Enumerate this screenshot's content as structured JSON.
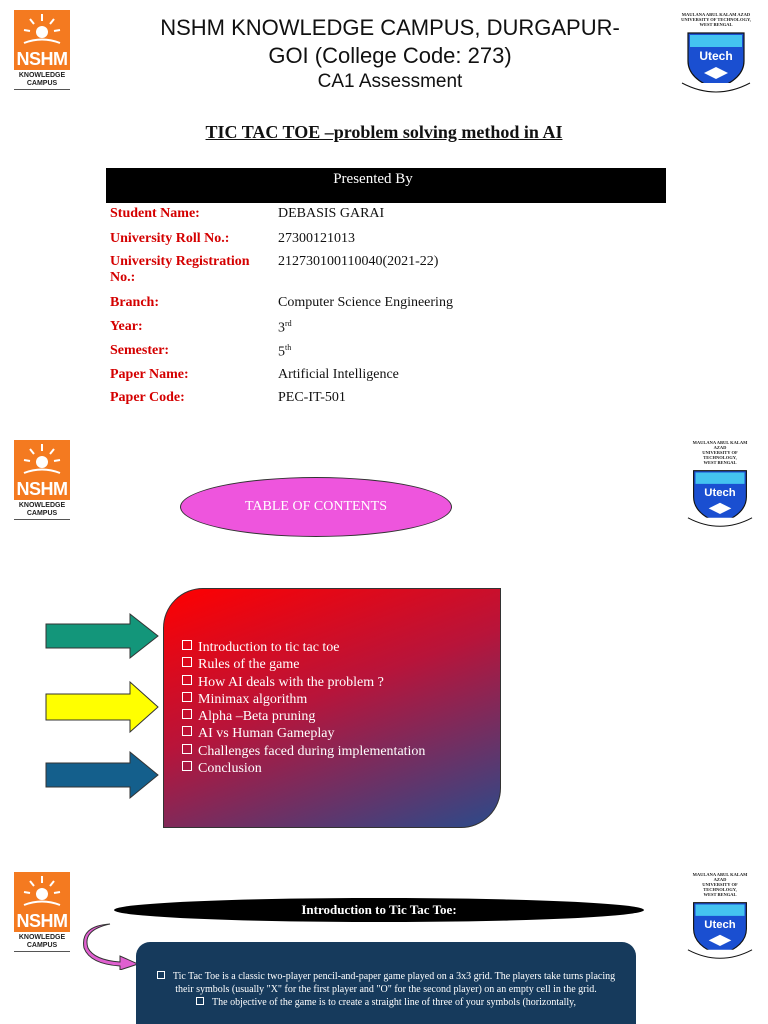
{
  "logos": {
    "nshm_word": "NSHM",
    "nshm_sub1": "KNOWLEDGE",
    "nshm_sub2": "CAMPUS",
    "makaut_caption1": "MAULANA ABUL KALAM AZAD",
    "makaut_caption2": "UNIVERSITY OF TECHNOLOGY,",
    "makaut_caption3": "WEST BENGAL",
    "utech": "Utech"
  },
  "slide1": {
    "title_line1": "NSHM KNOWLEDGE CAMPUS, DURGAPUR-",
    "title_line2": "GOI (College Code: 273)",
    "title_line3": "CA1 Assessment",
    "topic": "TIC TAC TOE –problem solving method in AI",
    "presented_by": "Presented By",
    "rows": [
      {
        "label": "Student Name:",
        "value": "DEBASIS GARAI"
      },
      {
        "label": "University Roll No.:",
        "value": "27300121013"
      },
      {
        "label": "University Registration No.:",
        "value": "212730100110040(2021-22)"
      },
      {
        "label": "Branch:",
        "value": "Computer Science Engineering"
      },
      {
        "label": "Year:",
        "value": "3",
        "sup": "rd"
      },
      {
        "label": "Semester:",
        "value": "5",
        "sup": "th"
      },
      {
        "label": "Paper Name:",
        "value": "Artificial Intelligence"
      },
      {
        "label": "Paper Code:",
        "value": "PEC-IT-501"
      }
    ]
  },
  "slide2": {
    "toc_title": "TABLE OF CONTENTS",
    "items": [
      "Introduction to tic tac toe",
      "Rules of the game",
      "How AI deals with the problem ?",
      "Minimax algorithm",
      "Alpha –Beta pruning",
      "AI vs Human Gameplay",
      "Challenges faced during implementation",
      "Conclusion"
    ],
    "arrow_colors": [
      "#13967a",
      "#ffff00",
      "#145f8c"
    ]
  },
  "slide3": {
    "banner": "Introduction to Tic Tac Toe:",
    "bullets": [
      "Tic Tac Toe is a classic two-player pencil-and-paper game played on a 3x3 grid. The players take turns placing their symbols (usually \"X\" for the first player and \"O\" for the second player) on an empty cell in the grid.",
      "The objective of the game is to create a straight line of three of your symbols (horizontally,"
    ]
  }
}
